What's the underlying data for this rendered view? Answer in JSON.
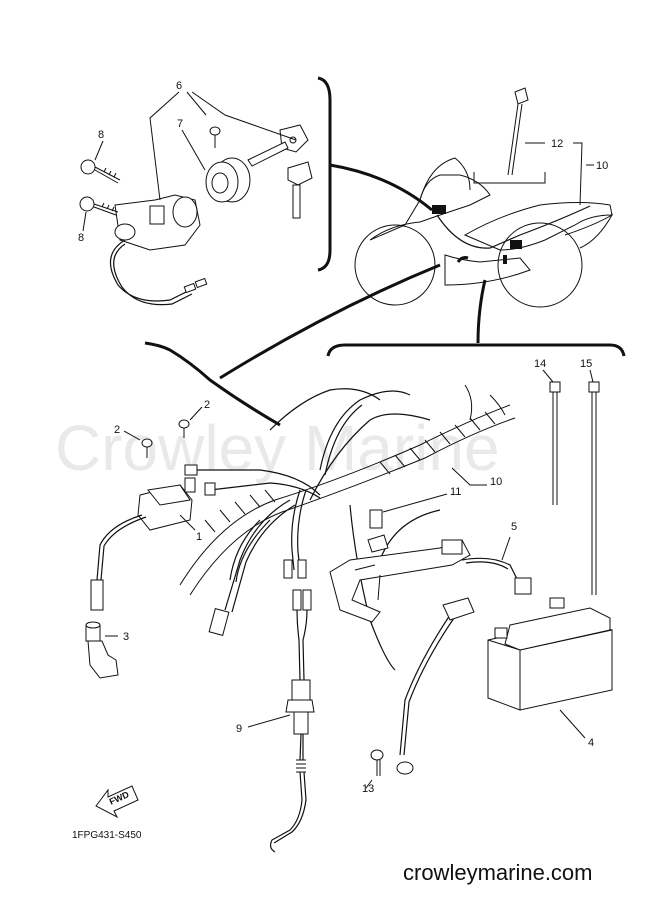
{
  "watermark": "Crowley Marine",
  "site_url": "crowleymarine.com",
  "diagram_code": "1FPG431-S450",
  "fwd_label": "FWD",
  "callouts": {
    "c1": "1",
    "c2a": "2",
    "c2b": "2",
    "c3": "3",
    "c4": "4",
    "c5": "5",
    "c6": "6",
    "c7": "7",
    "c8a": "8",
    "c8b": "8",
    "c9": "9",
    "c10a": "10",
    "c10b": "10",
    "c11": "11",
    "c12": "12",
    "c13": "13",
    "c14": "14",
    "c15": "15"
  }
}
